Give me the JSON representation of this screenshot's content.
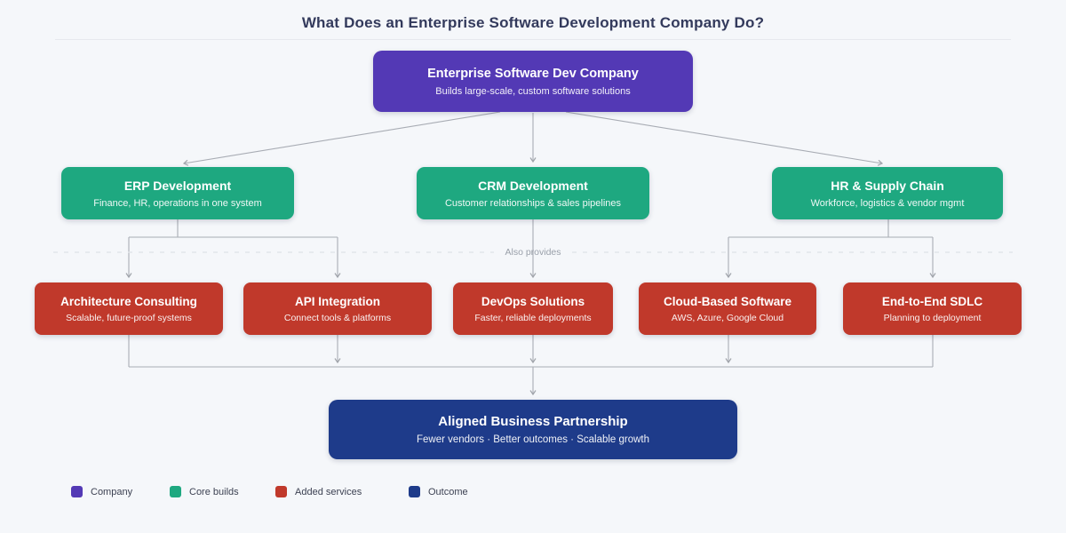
{
  "page": {
    "title": "What Does an Enterprise Software Development Company Do?",
    "also_provides_label": "Also provides"
  },
  "colors": {
    "background": "#f5f7fa",
    "title_text": "#333a5c",
    "company_box": "#5339b5",
    "core_box": "#1ea880",
    "service_box": "#c0392b",
    "outcome_box": "#1e3b8a",
    "connector_line": "#a0a4ab",
    "dashed_divider": "#e2e5ea",
    "muted_text": "#9aa0aa"
  },
  "nodes": {
    "company": {
      "title": "Enterprise Software Dev Company",
      "subtitle": "Builds large-scale, custom software solutions"
    },
    "core": [
      {
        "title": "ERP Development",
        "subtitle": "Finance, HR, operations in one system"
      },
      {
        "title": "CRM Development",
        "subtitle": "Customer relationships & sales pipelines"
      },
      {
        "title": "HR & Supply Chain",
        "subtitle": "Workforce, logistics & vendor mgmt"
      }
    ],
    "services": [
      {
        "title": "Architecture Consulting",
        "subtitle": "Scalable, future-proof systems"
      },
      {
        "title": "API Integration",
        "subtitle": "Connect tools & platforms"
      },
      {
        "title": "DevOps Solutions",
        "subtitle": "Faster, reliable deployments"
      },
      {
        "title": "Cloud-Based Software",
        "subtitle": "AWS, Azure, Google Cloud"
      },
      {
        "title": "End-to-End SDLC",
        "subtitle": "Planning to deployment"
      }
    ],
    "outcome": {
      "title": "Aligned Business Partnership",
      "subtitle": "Fewer vendors · Better outcomes · Scalable growth"
    }
  },
  "legend": [
    {
      "label": "Company",
      "color": "#5339b5"
    },
    {
      "label": "Core builds",
      "color": "#1ea880"
    },
    {
      "label": "Added services",
      "color": "#c0392b"
    },
    {
      "label": "Outcome",
      "color": "#1e3b8a"
    }
  ]
}
